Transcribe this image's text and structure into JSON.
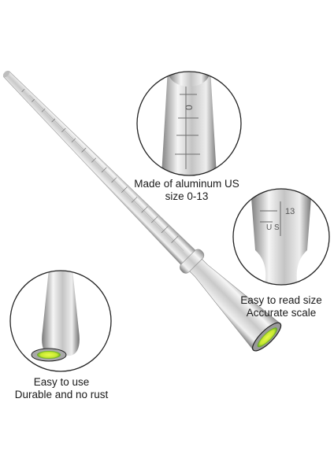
{
  "product": {
    "name": "ring-sizer-mandrel",
    "accent_green": "#d7f23a",
    "metal_light": "#f4f4f4",
    "metal_dark": "#8c8c8c",
    "outline": "#222222"
  },
  "callouts": [
    {
      "lines": [
        "Made of aluminum US",
        "size 0-13"
      ]
    },
    {
      "lines": [
        "Easy to read size",
        "Accurate scale"
      ]
    },
    {
      "lines": [
        "Easy to use",
        "Durable and no rust"
      ]
    }
  ],
  "scale_marks": {
    "zoom_top": "0",
    "zoom_right_number": "13",
    "zoom_right_letters": "U S"
  }
}
